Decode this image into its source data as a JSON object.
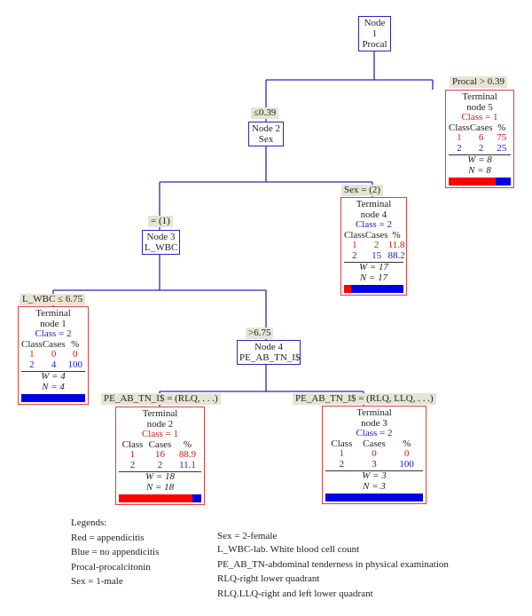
{
  "colors": {
    "class1": "#e01010",
    "class2": "#1818d8",
    "edge": "#2626c8",
    "terminal_border": "#e04040",
    "label_bg": "#e8e4d4"
  },
  "nodes": {
    "n1": {
      "title": "Node 1",
      "var": "Procal"
    },
    "n2": {
      "title": "Node 2",
      "var": "Sex"
    },
    "n3": {
      "title": "Node 3",
      "var": "L_WBC"
    },
    "n4": {
      "title": "Node 4",
      "var": "PE_AB_TN_I$"
    }
  },
  "splits": {
    "n1_left": "≤0.39",
    "n1_right": "Procal > 0.39",
    "n2_left": "= (1)",
    "n2_right": "Sex = (2)",
    "n3_left": "L_WBC ≤ 6.75",
    "n3_right": ">6.75",
    "n4_left": "PE_AB_TN_I$ = (RLQ, . . .)",
    "n4_right": "PE_AB_TN_I$ = (RLQ, LLQ, . . .)"
  },
  "header": {
    "c": "Class",
    "cases": "Cases",
    "pct": "%"
  },
  "terminals": {
    "t1": {
      "line1": "Terminal",
      "line2": "node 1",
      "class": "Class = 2",
      "rows": [
        [
          "1",
          "0",
          "0"
        ],
        [
          "2",
          "4",
          "100"
        ]
      ],
      "W": "W = 4",
      "N": "N = 4",
      "red_pct": 0
    },
    "t2": {
      "line1": "Terminal",
      "line2": "node 2",
      "class": "Class = 1",
      "rows": [
        [
          "1",
          "16",
          "88.9"
        ],
        [
          "2",
          "2",
          "11.1"
        ]
      ],
      "W": "W = 18",
      "N": "N = 18",
      "red_pct": 88.9
    },
    "t3": {
      "line1": "Terminal",
      "line2": "node 3",
      "class": "Class = 2",
      "rows": [
        [
          "1",
          "0",
          "0"
        ],
        [
          "2",
          "3",
          "100"
        ]
      ],
      "W": "W = 3",
      "N": "N = 3",
      "red_pct": 0
    },
    "t4": {
      "line1": "Terminal",
      "line2": "node 4",
      "class": "Class = 2",
      "rows": [
        [
          "1",
          "2",
          "11.8"
        ],
        [
          "2",
          "15",
          "88.2"
        ]
      ],
      "W": "W = 17",
      "N": "N = 17",
      "red_pct": 11.8
    },
    "t5": {
      "line1": "Terminal",
      "line2": "node 5",
      "class": "Class = 1",
      "rows": [
        [
          "1",
          "6",
          "75"
        ],
        [
          "2",
          "2",
          "25"
        ]
      ],
      "W": "W = 8",
      "N": "N = 8",
      "red_pct": 75
    }
  },
  "legend": {
    "title": "Legends:",
    "left": [
      "Red = appendicitis",
      "Blue = no appendicitis",
      "Procal-procalcitonin",
      "Sex = 1-male"
    ],
    "right": [
      "Sex = 2-female",
      "L_WBC-lab. White blood cell count",
      "PE_AB_TN-abdominal tenderness in physical examination",
      "RLQ-right lower quadrant",
      "RLQ.LLQ-right and left lower quadrant"
    ]
  }
}
